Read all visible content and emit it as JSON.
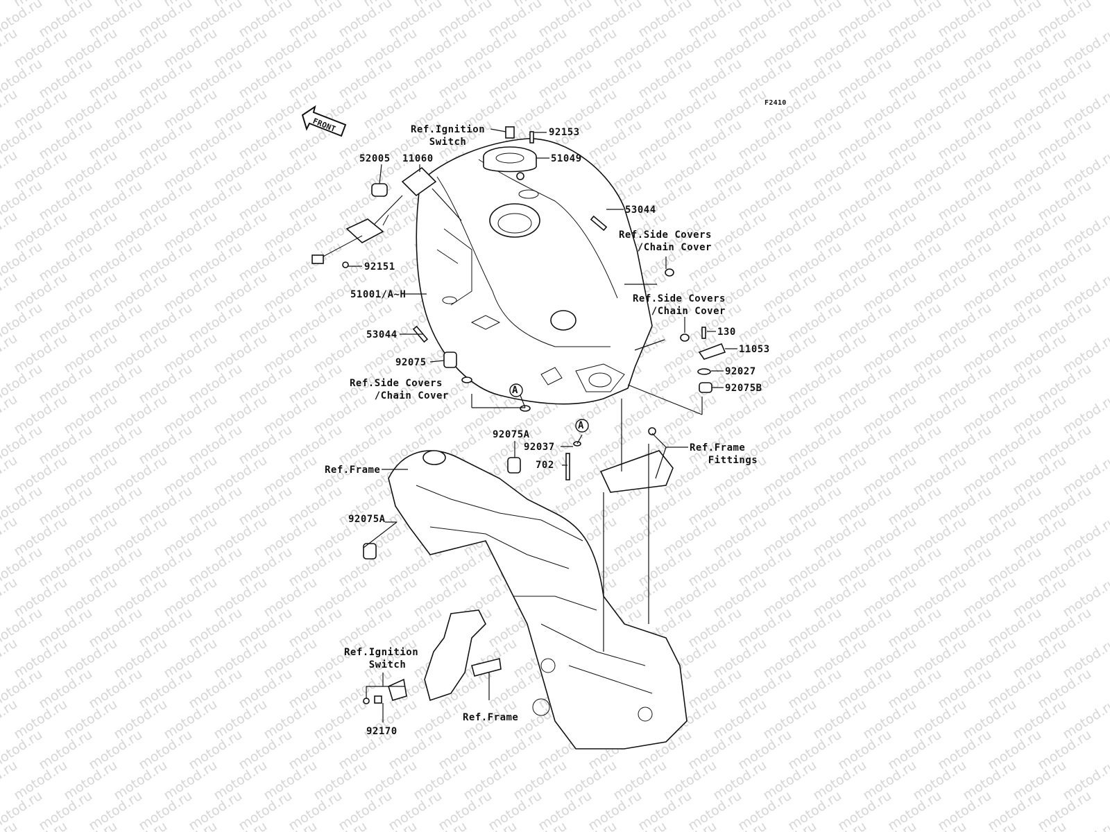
{
  "figure_code": "F2410",
  "front_label": "FRONT",
  "watermark": "motod.ru",
  "labels": {
    "ref_ignition_switch_top": "Ref.Ignition\n   Switch",
    "p92153": "92153",
    "p51049": "51049",
    "p52005": "52005",
    "p11060": "11060",
    "p53044_top": "53044",
    "ref_side_covers_1": "Ref.Side Covers\n   /Chain Cover",
    "p92151": "92151",
    "p51001": "51001/A~H",
    "ref_side_covers_2": "Ref.Side Covers\n   /Chain Cover",
    "p53044_left": "53044",
    "p130": "130",
    "p11053": "11053",
    "p92075": "92075",
    "p92027": "92027",
    "ref_side_covers_3": "Ref.Side Covers\n    /Chain Cover",
    "p92075B": "92075B",
    "p92075A_top": "92075A",
    "callout_a": "A",
    "p92037": "92037",
    "ref_frame_fittings": "Ref.Frame\n   Fittings",
    "ref_frame_1": "Ref.Frame",
    "p702": "702",
    "p92075A_left": "92075A",
    "ref_ignition_switch_bottom": "Ref.Ignition\n    Switch",
    "ref_frame_2": "Ref.Frame",
    "p92170": "92170"
  }
}
